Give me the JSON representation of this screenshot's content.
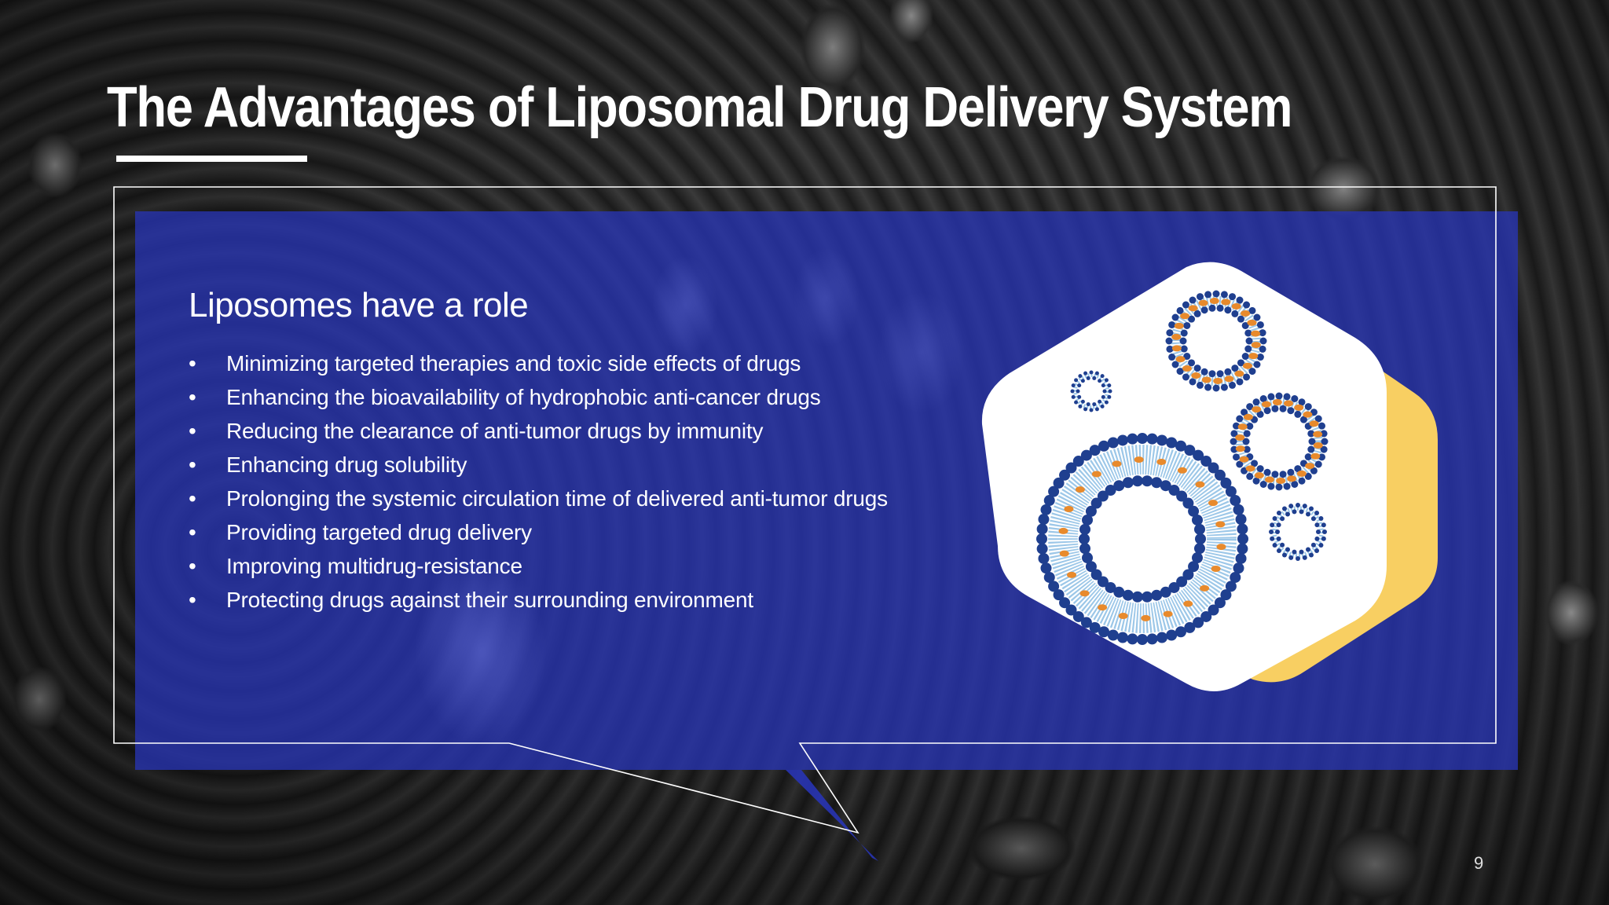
{
  "slide": {
    "title": "The Advantages of Liposomal Drug Delivery System",
    "subtitle": "Liposomes have a role",
    "bullets": [
      "Minimizing targeted therapies and toxic side effects of drugs",
      "Enhancing the bioavailability of hydrophobic anti-cancer drugs",
      "Reducing the clearance of anti-tumor drugs by immunity",
      "Enhancing drug solubility",
      "Prolonging the systemic circulation time of delivered anti-tumor drugs",
      "Providing targeted drug delivery",
      "Improving multidrug-resistance",
      "Protecting drugs against their surrounding environment"
    ],
    "bullet_symbol": "•",
    "page_number": "9"
  },
  "colors": {
    "panel_blue": "#2834b4",
    "accent_yellow": "#f8cf62",
    "liposome_blue": "#1f3f8f",
    "liposome_orange": "#e88a2c",
    "text": "#ffffff"
  },
  "illustration": {
    "icon": "liposome-diagram-icon"
  }
}
